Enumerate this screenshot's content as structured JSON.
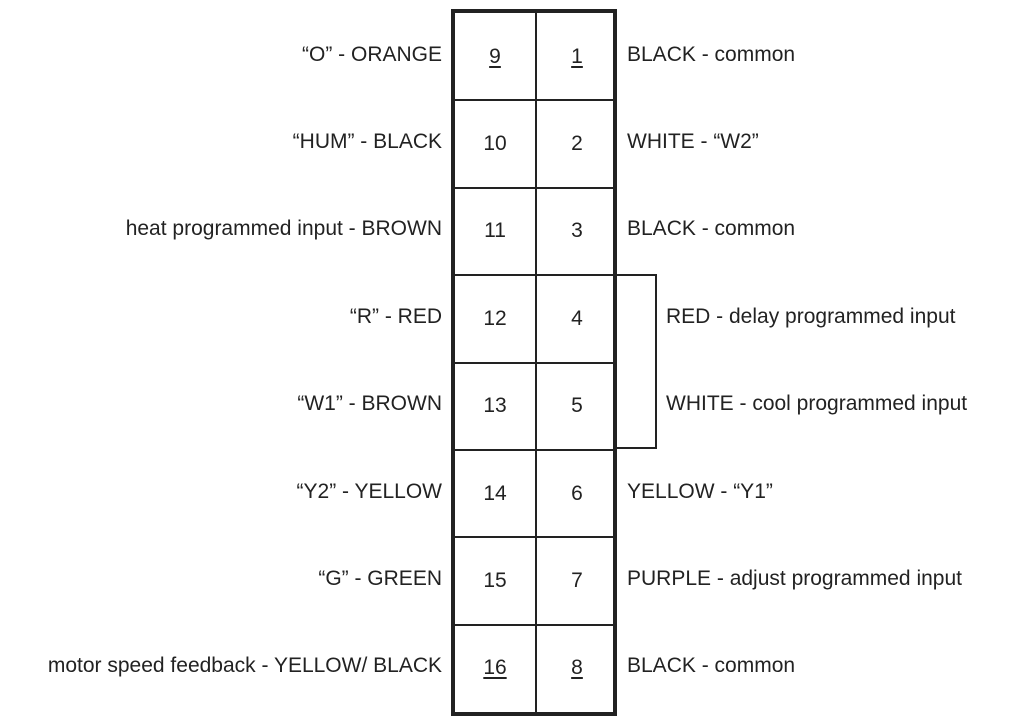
{
  "connector": {
    "rows": [
      {
        "left_pin": "9",
        "left_underlined": true,
        "right_pin": "1",
        "right_underlined": true,
        "left_label": "“O” - ORANGE",
        "right_label": "BLACK - common"
      },
      {
        "left_pin": "10",
        "left_underlined": false,
        "right_pin": "2",
        "right_underlined": false,
        "left_label": "“HUM” - BLACK",
        "right_label": "WHITE - “W2”"
      },
      {
        "left_pin": "11",
        "left_underlined": false,
        "right_pin": "3",
        "right_underlined": false,
        "left_label": "heat programmed input - BROWN",
        "right_label": "BLACK - common"
      },
      {
        "left_pin": "12",
        "left_underlined": false,
        "right_pin": "4",
        "right_underlined": false,
        "left_label": "“R” - RED",
        "right_label": "RED - delay programmed input"
      },
      {
        "left_pin": "13",
        "left_underlined": false,
        "right_pin": "5",
        "right_underlined": false,
        "left_label": "“W1” - BROWN",
        "right_label": "WHITE - cool programmed input"
      },
      {
        "left_pin": "14",
        "left_underlined": false,
        "right_pin": "6",
        "right_underlined": false,
        "left_label": "“Y2” - YELLOW",
        "right_label": "YELLOW - “Y1”"
      },
      {
        "left_pin": "15",
        "left_underlined": false,
        "right_pin": "7",
        "right_underlined": false,
        "left_label": "“G” - GREEN",
        "right_label": "PURPLE - adjust programmed input"
      },
      {
        "left_pin": "16",
        "left_underlined": true,
        "right_pin": "8",
        "right_underlined": true,
        "left_label": "motor speed feedback - YELLOW/ BLACK",
        "right_label": "BLACK - common"
      }
    ],
    "bracketed_right_rows": [
      3,
      4
    ]
  },
  "colors": {
    "line": "#222222",
    "background": "#ffffff"
  }
}
